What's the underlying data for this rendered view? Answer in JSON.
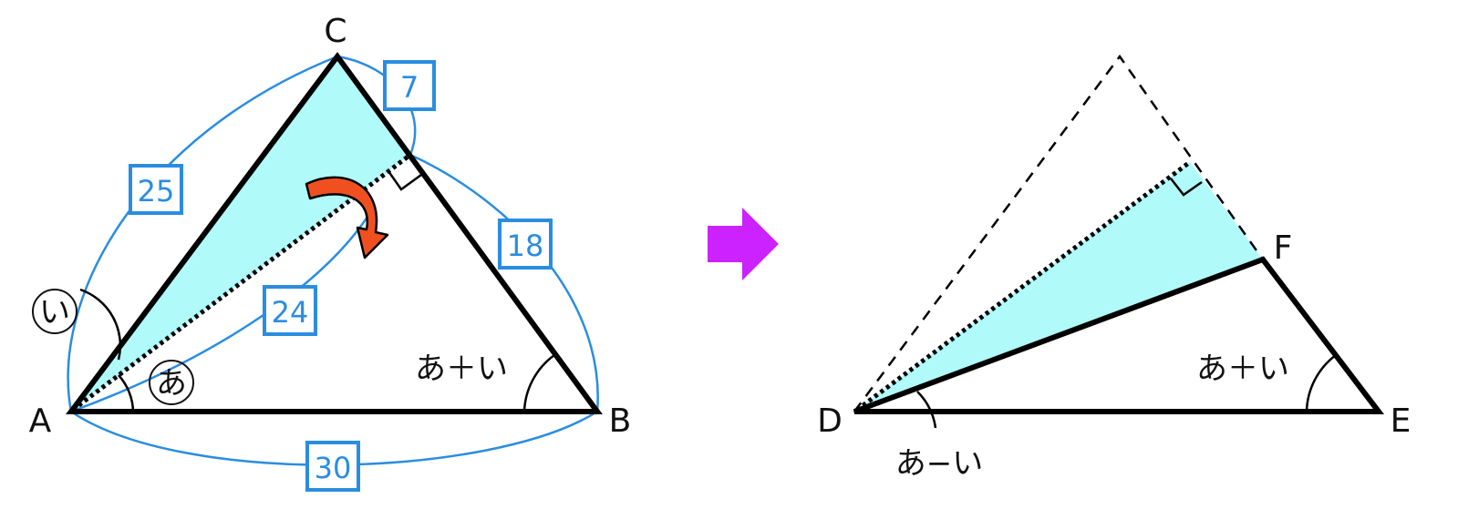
{
  "left_figure": {
    "points": {
      "a": "A",
      "b": "B",
      "c": "C"
    },
    "lengths": {
      "ac": "25",
      "ch": "7",
      "hb": "18",
      "ah": "24",
      "ab": "30"
    },
    "angles": {
      "i": "い",
      "a": "あ",
      "sum": "あ＋い"
    }
  },
  "right_figure": {
    "points": {
      "d": "D",
      "e": "E",
      "f": "F"
    },
    "angles": {
      "sum": "あ＋い",
      "diff": "あ−い"
    }
  },
  "colors": {
    "shade": "#b0fafa",
    "blue": "#2a8de0",
    "arrow_red": "#f05020",
    "arrow_purple": "#cc22ff"
  }
}
